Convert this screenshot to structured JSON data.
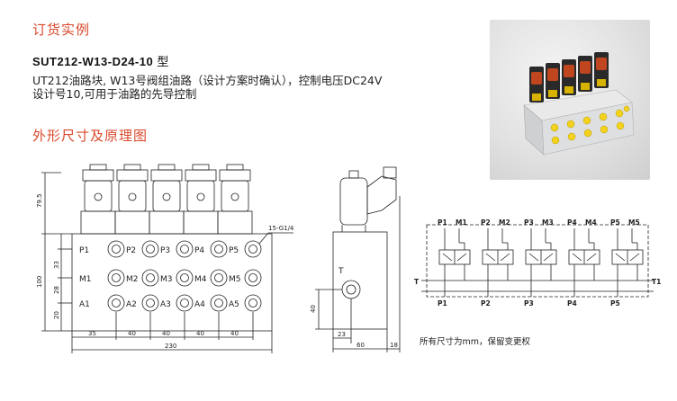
{
  "headings": {
    "ordering_example": "订货实例",
    "dimensions": "外形尺寸及原理图"
  },
  "model": {
    "code": "SUT212-W13-D24-10",
    "suffix": "型"
  },
  "description": {
    "line1": "UT212油路块, W13号阀组油路（设计方案时确认），控制电压DC24V",
    "line2": "设计号10,可用于油路的先导控制"
  },
  "drawing": {
    "port_rows": [
      [
        "P1",
        "P2",
        "P3",
        "P4",
        "P5"
      ],
      [
        "M1",
        "M2",
        "M3",
        "M4",
        "M5"
      ],
      [
        "A1",
        "A2",
        "A3",
        "A4",
        "A5"
      ]
    ],
    "thread_callout": "15-G1/4",
    "dim_height_top": "79.5",
    "dim_total_height": "100",
    "dim_left_33": "33",
    "dim_left_28": "28",
    "dim_left_20": "20",
    "dim_bottom": [
      "35",
      "40",
      "40",
      "40",
      "40"
    ],
    "dim_total_width": "230",
    "side_port": "T",
    "side_dim_40": "40",
    "side_dim_23": "23",
    "side_dim_60": "60",
    "side_dim_18": "18"
  },
  "schematic": {
    "top_labels": [
      "P1",
      "M1",
      "P2",
      "M2",
      "P3",
      "M3",
      "P4",
      "M4",
      "P5",
      "M5"
    ],
    "bottom_labels": [
      "P1",
      "P2",
      "P3",
      "P4",
      "P5"
    ],
    "left_label": "T",
    "right_label": "T1"
  },
  "footer_note": "所有尺寸为mm，保留变更权"
}
